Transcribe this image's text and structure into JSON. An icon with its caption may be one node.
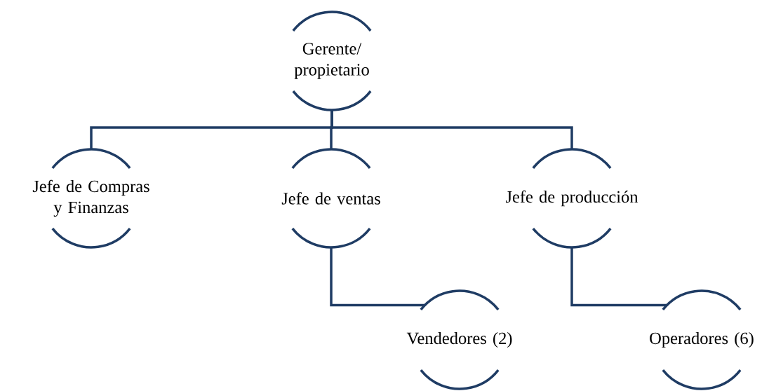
{
  "diagram": {
    "nodes": [
      {
        "text": [
          "Gerente/ propietario"
        ]
      },
      {
        "text": [
          "Jefe de Compras y Finanzas"
        ]
      },
      {
        "text": [
          "Jefe de ventas"
        ]
      },
      {
        "text": [
          "Jefe de producción"
        ]
      },
      {
        "text": [
          "Vendedores (2)"
        ]
      },
      {
        "text": [
          "Operadores (6)"
        ]
      }
    ],
    "edges": [
      {
        "from": 0,
        "to": 1,
        "arrow": "none"
      },
      {
        "from": 0,
        "to": 2,
        "arrow": "none"
      },
      {
        "from": 0,
        "to": 3,
        "arrow": "none"
      },
      {
        "from": 2,
        "to": 4,
        "arrow": "none"
      },
      {
        "from": 3,
        "to": 5,
        "arrow": "none"
      }
    ]
  }
}
